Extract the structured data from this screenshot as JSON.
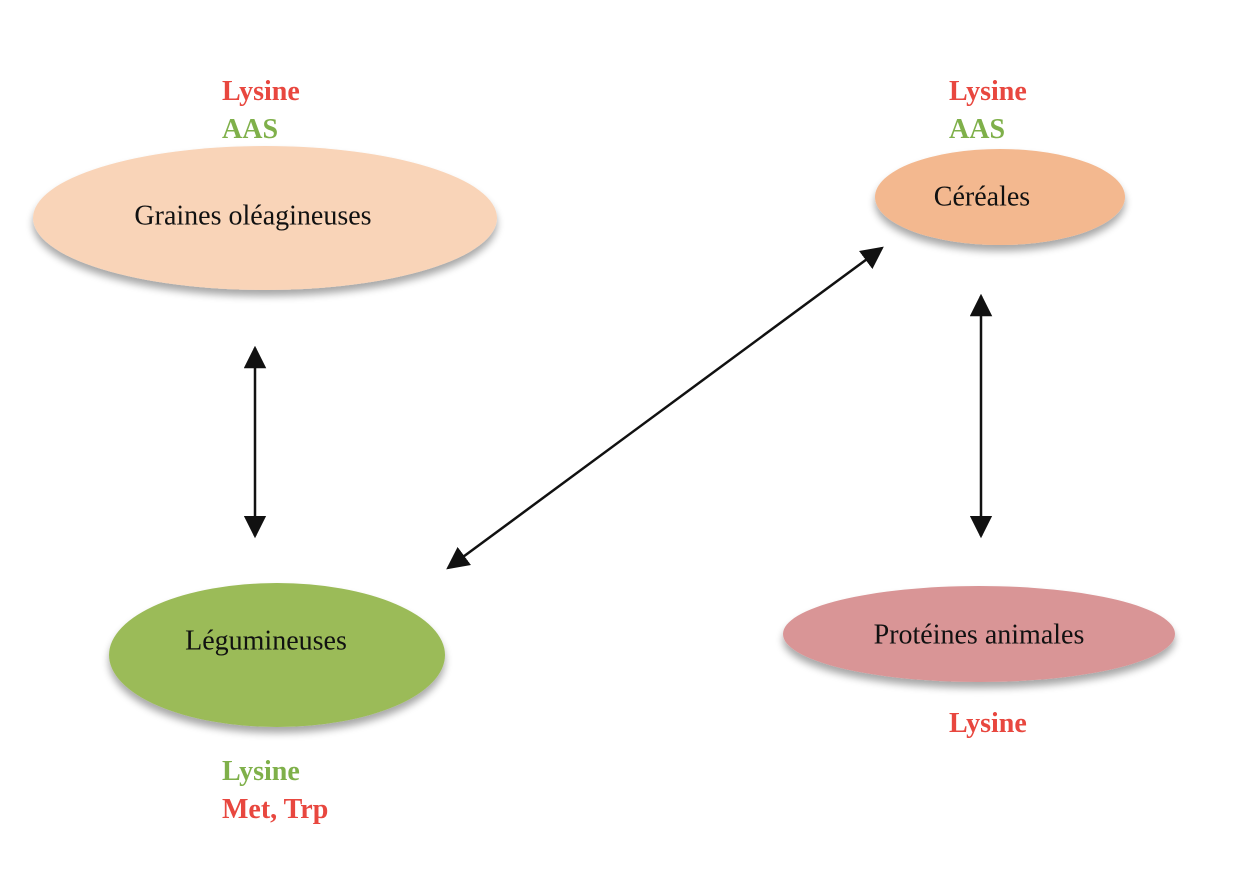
{
  "colors": {
    "deficient": "#e8473f",
    "sufficient": "#7fb04a",
    "arrow": "#111111",
    "oleagineuses_fill": "#f9d4b8",
    "cereales_fill": "#f3b88f",
    "legumineuses_fill": "#9bbb59",
    "proteines_fill": "#d99596"
  },
  "nodes": {
    "oleagineuses": {
      "label": "Graines oléagineuses",
      "annotations": [
        {
          "text": "Lysine",
          "status": "deficient"
        },
        {
          "text": "AAS",
          "status": "sufficient"
        }
      ]
    },
    "cereales": {
      "label": "Céréales",
      "annotations": [
        {
          "text": "Lysine",
          "status": "deficient"
        },
        {
          "text": "AAS",
          "status": "sufficient"
        }
      ]
    },
    "legumineuses": {
      "label": "Légumineuses",
      "annotations": [
        {
          "text": "Lysine",
          "status": "sufficient"
        },
        {
          "text": "Met, Trp",
          "status": "deficient"
        }
      ]
    },
    "proteines": {
      "label": "Protéines animales",
      "annotations": [
        {
          "text": "Lysine",
          "status": "deficient"
        }
      ]
    }
  },
  "edges": [
    {
      "from": "oleagineuses",
      "to": "legumineuses",
      "bidirectional": true
    },
    {
      "from": "legumineuses",
      "to": "cereales",
      "bidirectional": true
    },
    {
      "from": "cereales",
      "to": "proteines",
      "bidirectional": true
    }
  ]
}
